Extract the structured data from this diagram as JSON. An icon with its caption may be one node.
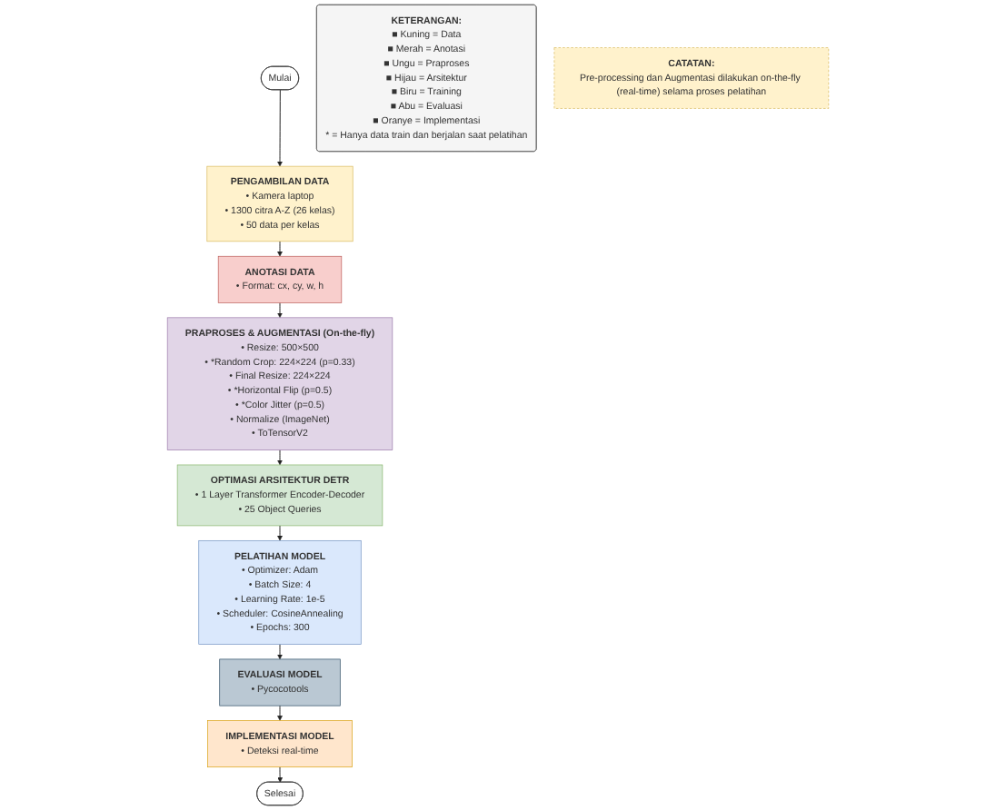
{
  "diagram": {
    "nodes": [
      {
        "text": [
          "Mulai"
        ]
      },
      {
        "text": [
          "PENGAMBILAN DATA",
          "• Kamera laptop",
          "• 1300 citra A-Z (26 kelas)",
          "• 50 data per kelas"
        ]
      },
      {
        "text": [
          "ANOTASI DATA",
          "• Format: cx, cy, w, h"
        ]
      },
      {
        "text": [
          "PRAPROSES & AUGMENTASI (On-the-fly)",
          "• Resize: 500×500",
          "• *Random Crop: 224×224 (p=0.33)",
          "• Final Resize: 224×224",
          "• *Horizontal Flip (p=0.5)",
          "• *Color Jitter (p=0.5)",
          "• Normalize (ImageNet)",
          "• ToTensorV2"
        ]
      },
      {
        "text": [
          "OPTIMASI ARSITEKTUR DETR",
          "• 1 Layer Transformer Encoder-Decoder",
          "• 25 Object Queries"
        ]
      },
      {
        "text": [
          "PELATIHAN MODEL",
          "• Optimizer: Adam",
          "• Batch Size: 4",
          "• Learning Rate: 1e-5",
          "• Scheduler: CosineAnnealing",
          "• Epochs: 300"
        ]
      },
      {
        "text": [
          "EVALUASI MODEL",
          "• Pycocotools"
        ]
      },
      {
        "text": [
          "IMPLEMENTASI MODEL",
          "• Deteksi real-time"
        ]
      },
      {
        "text": [
          "Selesai"
        ]
      },
      {
        "text": [
          "KETERANGAN:",
          "■ Kuning = Data",
          "■ Merah = Anotasi",
          "■ Ungu = Praproses",
          "■ Hijau = Arsitektur",
          "■ Biru = Training",
          "■ Abu = Evaluasi",
          "■ Oranye = Implementasi",
          "* = Hanya data train dan berjalan saat pelatihan"
        ]
      },
      {
        "text": [
          "CATATAN:",
          "Pre-processing dan Augmentasi dilakukan on-the-fly (real-time) selama proses pelatihan"
        ]
      }
    ],
    "edges": [
      {
        "from": 0,
        "to": 1,
        "arrow": "to"
      },
      {
        "from": 1,
        "to": 2,
        "arrow": "to"
      },
      {
        "from": 2,
        "to": 3,
        "arrow": "to"
      },
      {
        "from": 3,
        "to": 4,
        "arrow": "to"
      },
      {
        "from": 4,
        "to": 5,
        "arrow": "to"
      },
      {
        "from": 5,
        "to": 6,
        "arrow": "to"
      },
      {
        "from": 6,
        "to": 7,
        "arrow": "to"
      },
      {
        "from": 7,
        "to": 8,
        "arrow": "to"
      }
    ]
  }
}
